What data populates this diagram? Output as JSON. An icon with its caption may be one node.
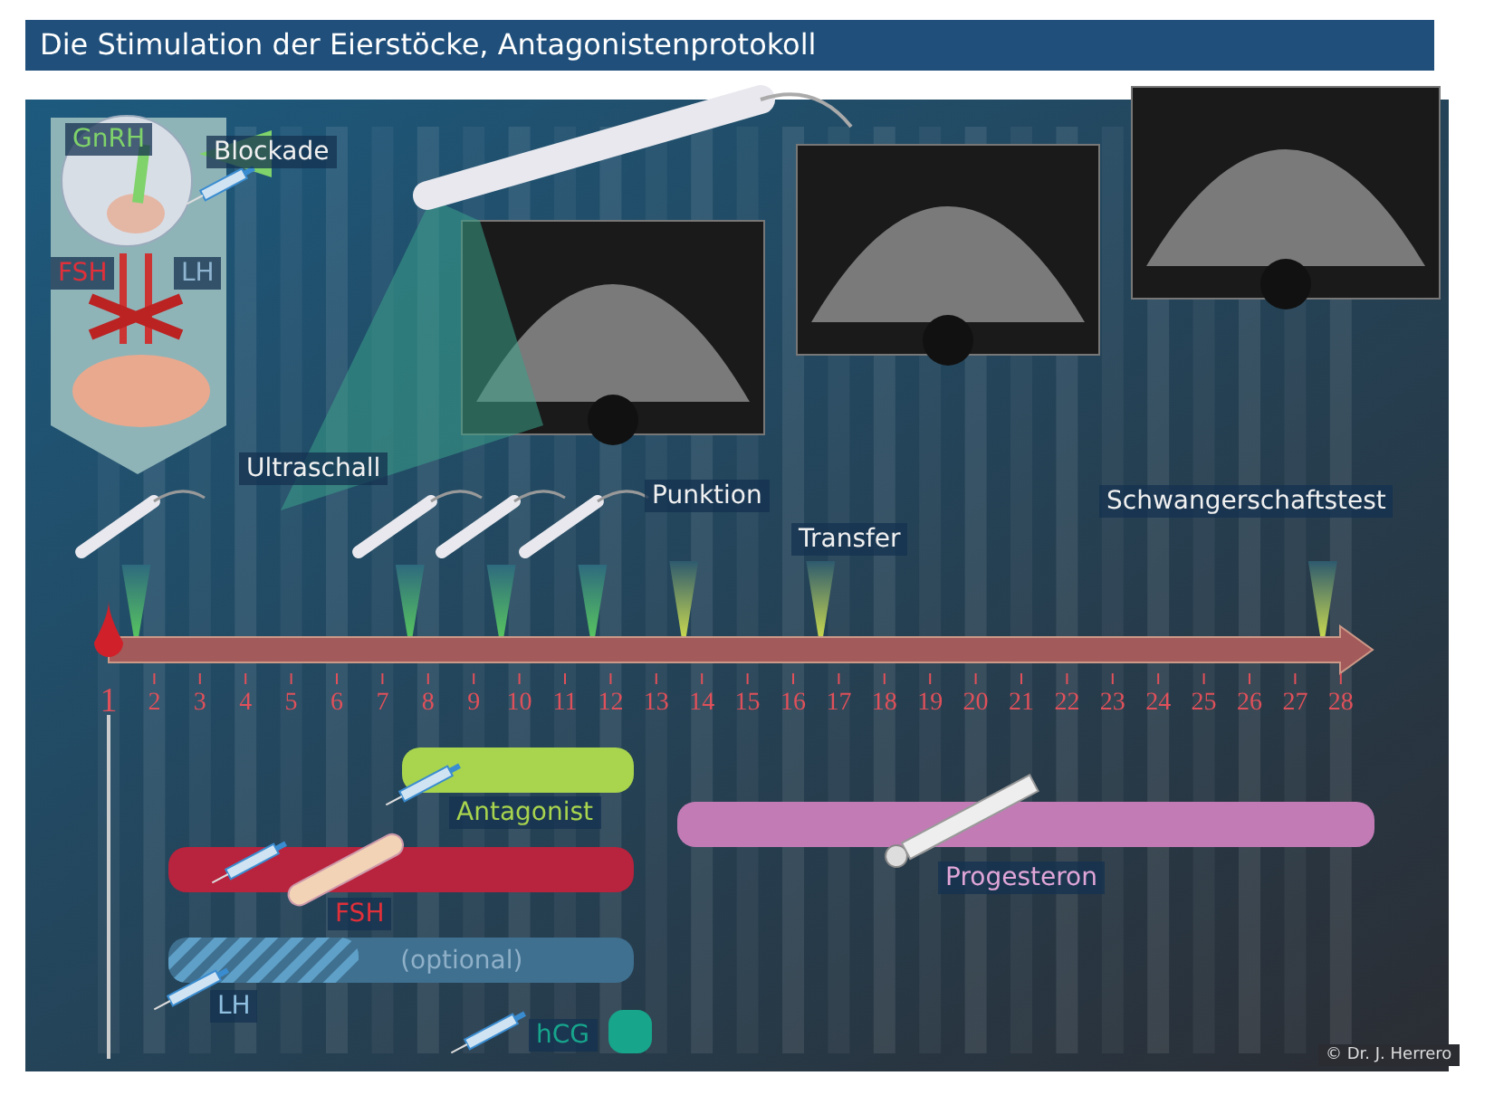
{
  "diagram": {
    "title": "Die Stimulation der Eierstöcke, Antagonistenprotokoll",
    "labels": [
      "GnRH",
      "Blockade",
      "FSH",
      "LH",
      "Ultraschall",
      "Punktion",
      "Transfer",
      "Schwangerschaftstest",
      "1",
      "2",
      "3",
      "4",
      "5",
      "6",
      "7",
      "8",
      "9",
      "10",
      "11",
      "12",
      "13",
      "14",
      "15",
      "16",
      "17",
      "18",
      "19",
      "20",
      "21",
      "22",
      "23",
      "24",
      "25",
      "26",
      "27",
      "28",
      "© Dr. J. Herrero"
    ],
    "nodes": [
      {
        "text": [],
        "shape": "bar",
        "beside": [
          "Antagonist"
        ]
      },
      {
        "text": [],
        "shape": "bar",
        "beside": [
          "Progesteron"
        ]
      },
      {
        "text": [],
        "shape": "bar",
        "beside": [
          "FSH"
        ]
      },
      {
        "text": [
          "(optional)"
        ],
        "beside": [
          "LH"
        ]
      },
      {
        "text": [],
        "shape": "box",
        "beside": [
          "hCG"
        ]
      }
    ]
  }
}
